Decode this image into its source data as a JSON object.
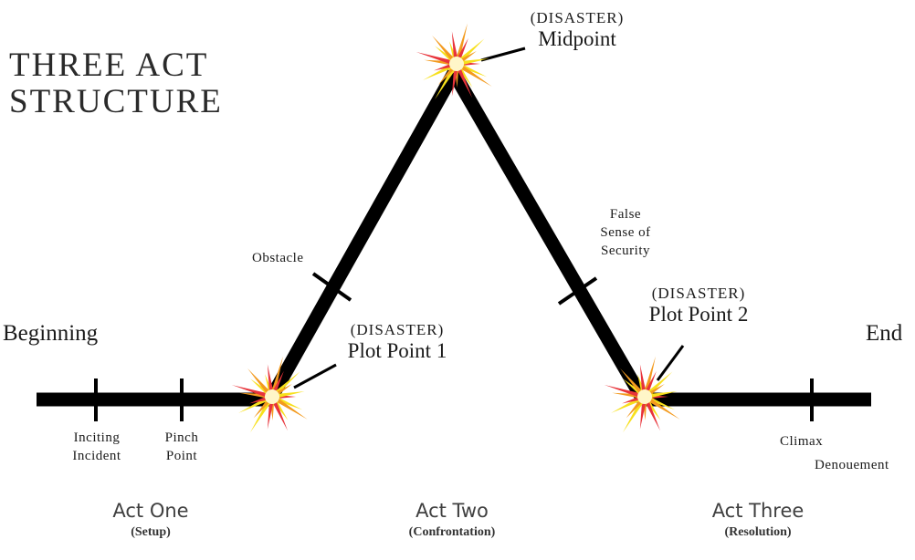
{
  "title": {
    "line1": "THREE ACT",
    "line2": "STRUCTURE"
  },
  "endpoints": {
    "beginning": "Beginning",
    "end": "End"
  },
  "points": {
    "inciting_incident": {
      "line1": "Inciting",
      "line2": "Incident"
    },
    "pinch_point": {
      "line1": "Pinch",
      "line2": "Point"
    },
    "obstacle": "Obstacle",
    "plot_point_1": {
      "tag": "(DISASTER)",
      "label": "Plot Point 1"
    },
    "midpoint": {
      "tag": "(DISASTER)",
      "label": "Midpoint"
    },
    "false_security": {
      "line1": "False",
      "line2": "Sense of",
      "line3": "Security"
    },
    "plot_point_2": {
      "tag": "(DISASTER)",
      "label": "Plot Point 2"
    },
    "climax": "Climax",
    "denouement": "Denouement"
  },
  "acts": [
    {
      "name": "Act One",
      "sub": "(Setup)"
    },
    {
      "name": "Act Two",
      "sub": "(Confrontation)"
    },
    {
      "name": "Act Three",
      "sub": "(Resolution)"
    }
  ],
  "colors": {
    "line": "#000000",
    "burst_red": "#e8333a",
    "burst_orange": "#f39a1e",
    "burst_yellow": "#f7e01c"
  },
  "icons": [
    "explosion-burst-icon"
  ]
}
